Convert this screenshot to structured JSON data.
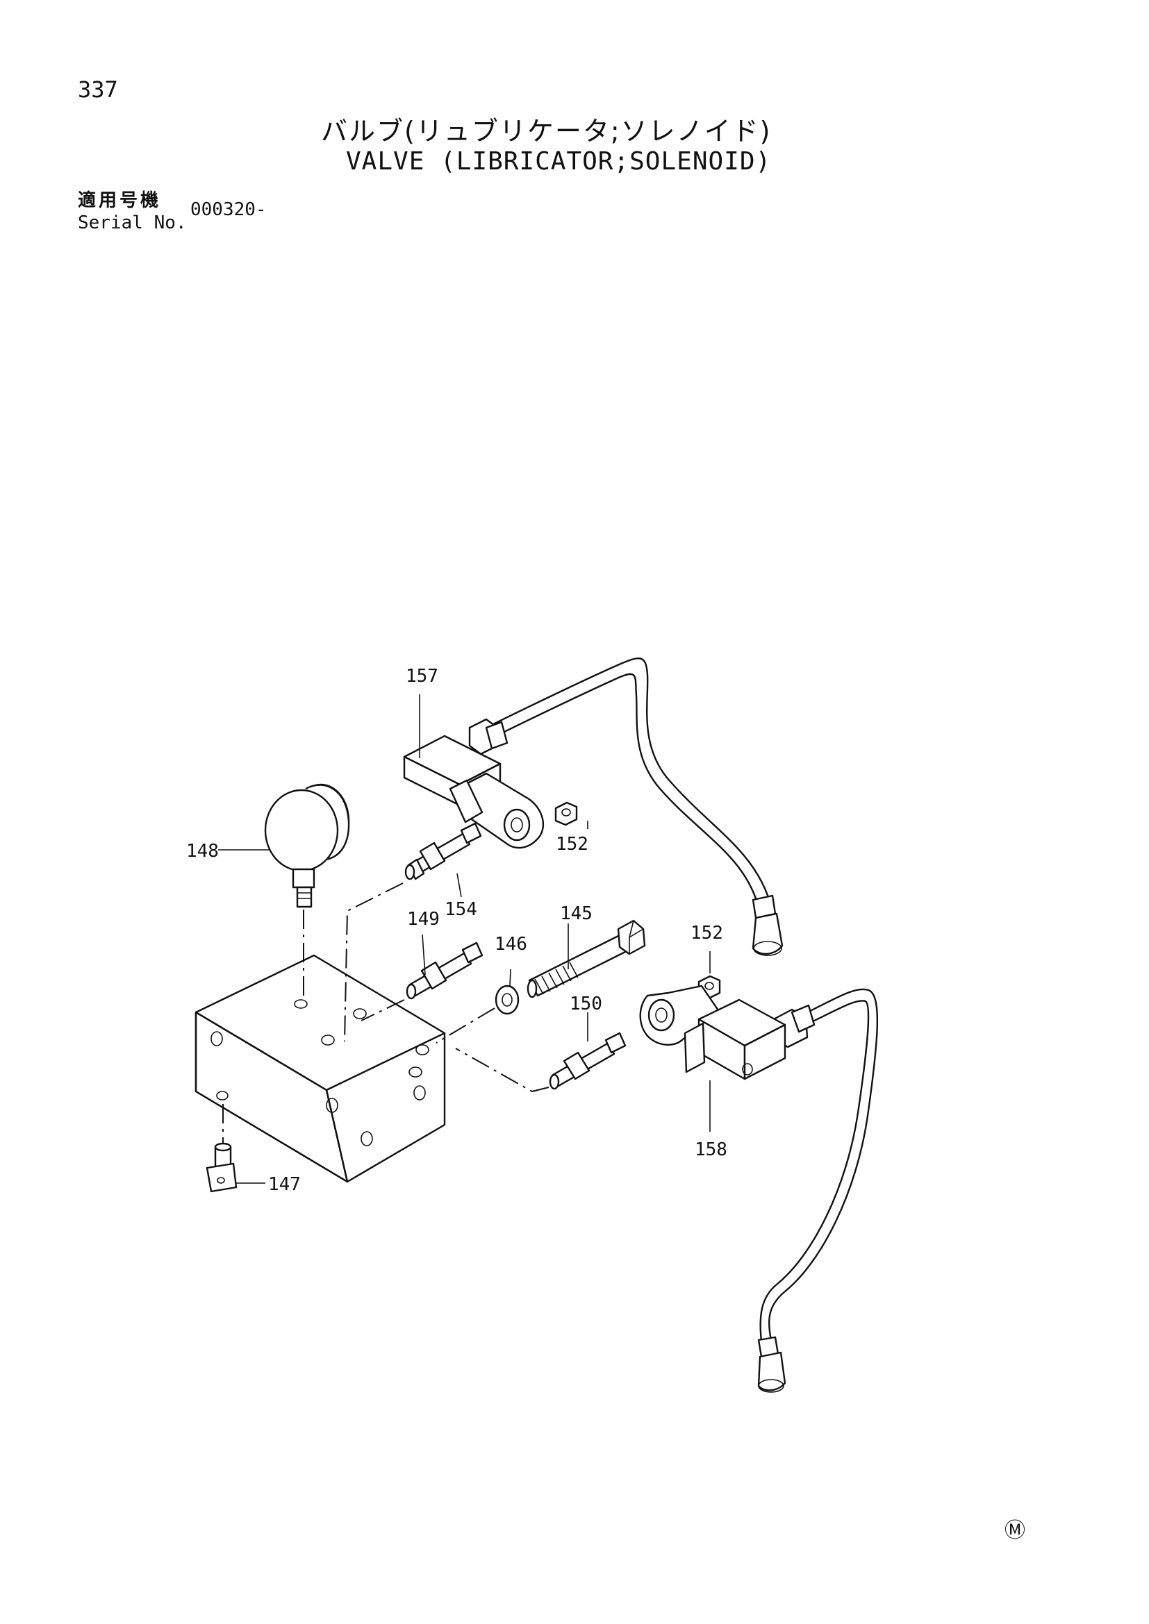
{
  "header": {
    "page_number": "337",
    "title_ja": "バルブ(リュブリケータ;ソレノイド)",
    "title_en": "VALVE (LIBRICATOR;SOLENOID)",
    "serial_label_ja": "適用号機",
    "serial_label_en": "Serial No.",
    "serial_value": "000320-"
  },
  "callouts": {
    "c145": "145",
    "c146": "146",
    "c147": "147",
    "c148": "148",
    "c149": "149",
    "c150": "150",
    "c152a": "152",
    "c152b": "152",
    "c154": "154",
    "c157": "157",
    "c158": "158"
  },
  "footer": {
    "mark": "Ⓜ"
  }
}
